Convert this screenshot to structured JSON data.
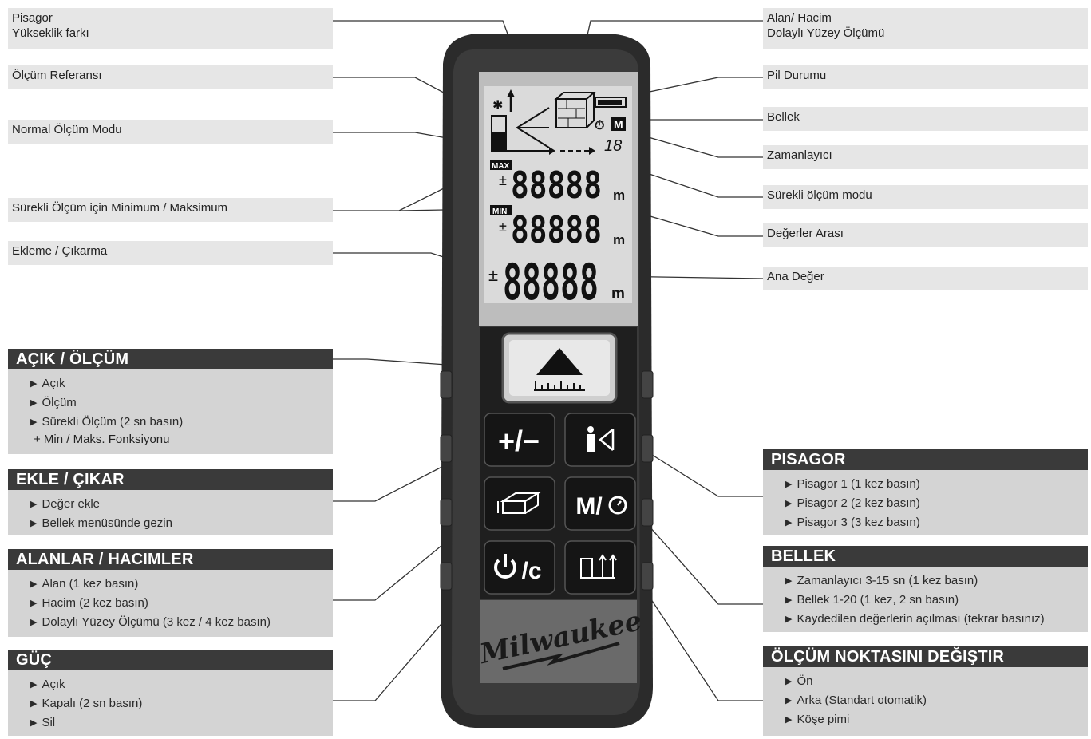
{
  "top_labels": {
    "pisagor": [
      "Pisagor",
      "Yükseklik farkı"
    ],
    "olcum_referansi": "Ölçüm Referansı",
    "normal_mod": "Normal Ölçüm Modu",
    "min_max": "Sürekli Ölçüm için Minimum / Maksimum",
    "ekleme_cikarma": "Ekleme / Çıkarma",
    "alan_hacim": [
      "Alan/ Hacim",
      "Dolaylı Yüzey Ölçümü"
    ],
    "pil": "Pil Durumu",
    "bellek": "Bellek",
    "zamanlayici": "Zamanlayıcı",
    "surekli": "Sürekli ölçüm modu",
    "degerler_arasi": "Değerler Arası",
    "ana_deger": "Ana Değer"
  },
  "sections_left": [
    {
      "title": "AÇIK / ÖLÇÜM",
      "items": [
        "Açık",
        "Ölçüm",
        "Sürekli Ölçüm (2 sn basın)"
      ],
      "sub": "+ Min / Maks. Fonksiyonu"
    },
    {
      "title": "EKLE / ÇIKAR",
      "items": [
        "Değer ekle",
        "Bellek menüsünde gezin"
      ]
    },
    {
      "title": "ALANLAR / HACIMLER",
      "items": [
        "Alan (1 kez basın)",
        "Hacim (2 kez basın)",
        "Dolaylı Yüzey Ölçümü (3 kez / 4 kez basın)"
      ]
    },
    {
      "title": "GÜÇ",
      "items": [
        "Açık",
        "Kapalı (2 sn basın)",
        "Sil"
      ]
    }
  ],
  "sections_right": [
    {
      "title": "PISAGOR",
      "items": [
        "Pisagor 1 (1 kez basın)",
        "Pisagor 2 (2 kez basın)",
        "Pisagor 3 (3 kez basın)"
      ]
    },
    {
      "title": "BELLEK",
      "items": [
        "Zamanlayıcı 3-15 sn (1 kez basın)",
        "Bellek 1-20 (1 kez, 2 sn basın)",
        "Kaydedilen değerlerin açılması (tekrar basınız)"
      ]
    },
    {
      "title": "ÖLÇÜM NOKTASINI DEĞIŞTIR",
      "items": [
        "Ön",
        "Arka (Standart otomatik)",
        "Köşe pimi"
      ]
    }
  ],
  "display": {
    "max_tag": "MAX",
    "min_tag": "MIN",
    "digits": "88888",
    "unit": "m",
    "memory_count": "18",
    "memory_tag": "M"
  },
  "buttons": {
    "plus_minus": "+/−",
    "memory_timer": "M/",
    "power_clear": "/c"
  },
  "brand": "Milwaukee",
  "colors": {
    "header_bg": "#3a3a3a",
    "section_bg": "#d4d4d4",
    "label_bg": "#e6e6e6",
    "device_body": "#2b2b2b",
    "screen": "#d9d9d9"
  }
}
